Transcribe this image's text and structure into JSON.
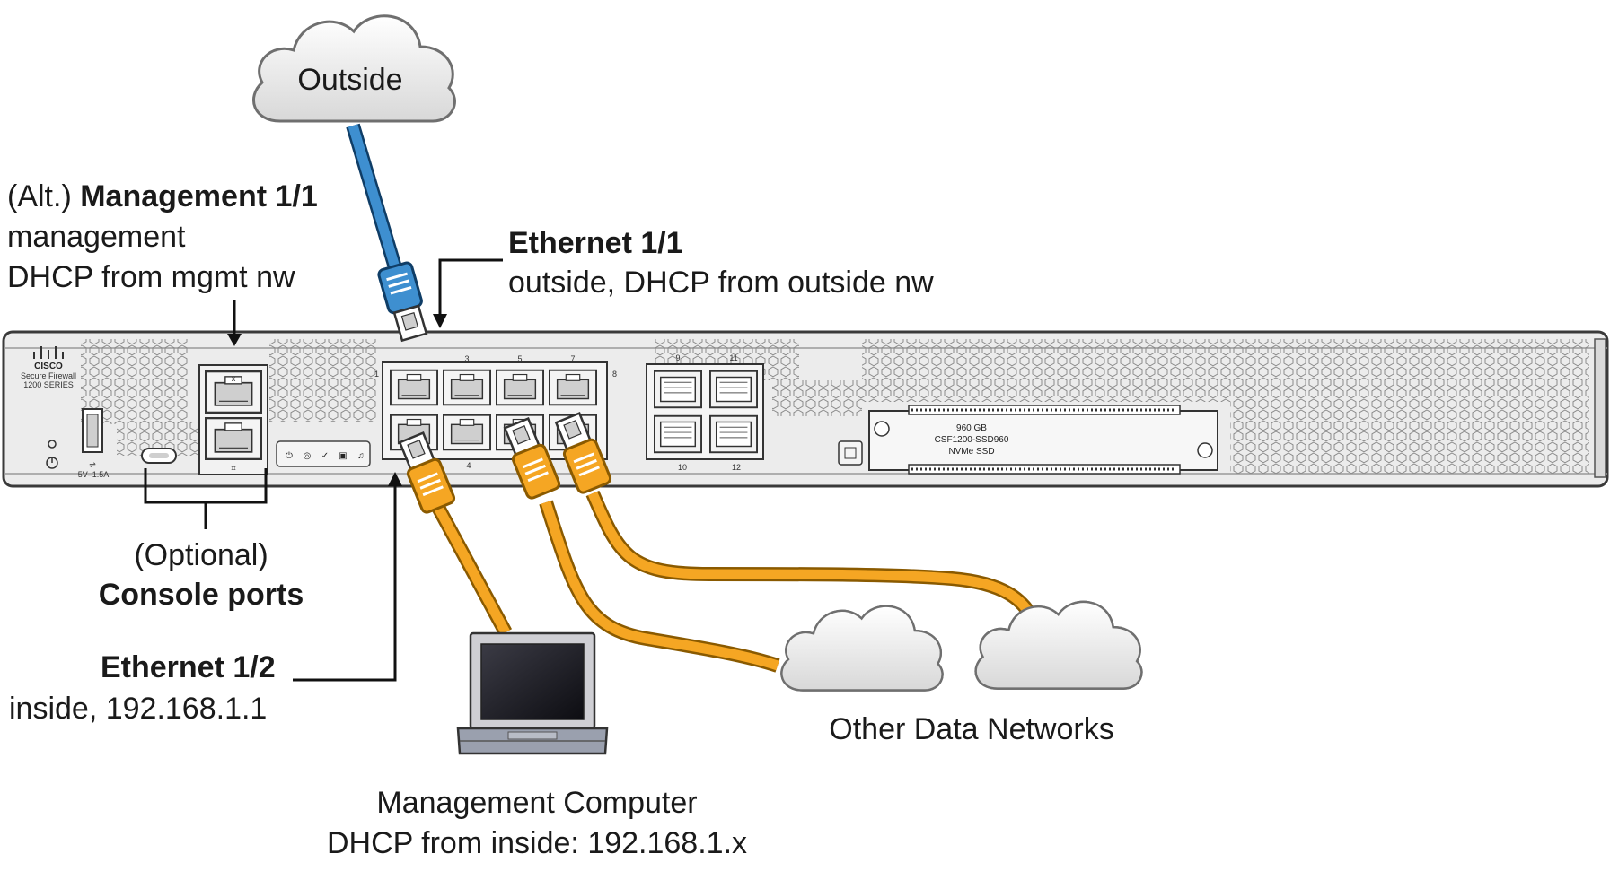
{
  "colors": {
    "outside_cable": "#3e8fd0",
    "inside_cable": "#f5a623",
    "chassis": "#e9e9e9",
    "cloud_fill": "#eeeeee"
  },
  "clouds": {
    "outside": "Outside"
  },
  "labels": {
    "mgmt": {
      "prefix": "(Alt.) ",
      "name": "Management 1/1",
      "line2": "management",
      "line3": "DHCP from mgmt nw"
    },
    "eth11": {
      "name": "Ethernet 1/1",
      "line2": "outside, DHCP from outside nw"
    },
    "console": {
      "line1": "(Optional)",
      "line2": "Console ports"
    },
    "eth12": {
      "name": "Ethernet 1/2",
      "line2": "inside, 192.168.1.1"
    },
    "computer": {
      "line1": "Management Computer",
      "line2": "DHCP from inside: 192.168.1.x"
    },
    "other": "Other Data Networks"
  },
  "device": {
    "brand": "CISCO",
    "model_line1": "Secure Firewall",
    "model_line2": "1200 SERIES",
    "usb_rating": "5V–1.5A",
    "port_numbers_top": [
      "3",
      "5",
      "7"
    ],
    "port_number_bottom": "4",
    "port_left_marker": "1",
    "port_right_marker": "8",
    "sfp_numbers_top": [
      "9",
      "11"
    ],
    "sfp_numbers_bottom": [
      "10",
      "12"
    ],
    "ssd": {
      "line1": "960  GB",
      "line2": "CSF1200-SSD960",
      "line3": "NVMe  SSD"
    }
  }
}
